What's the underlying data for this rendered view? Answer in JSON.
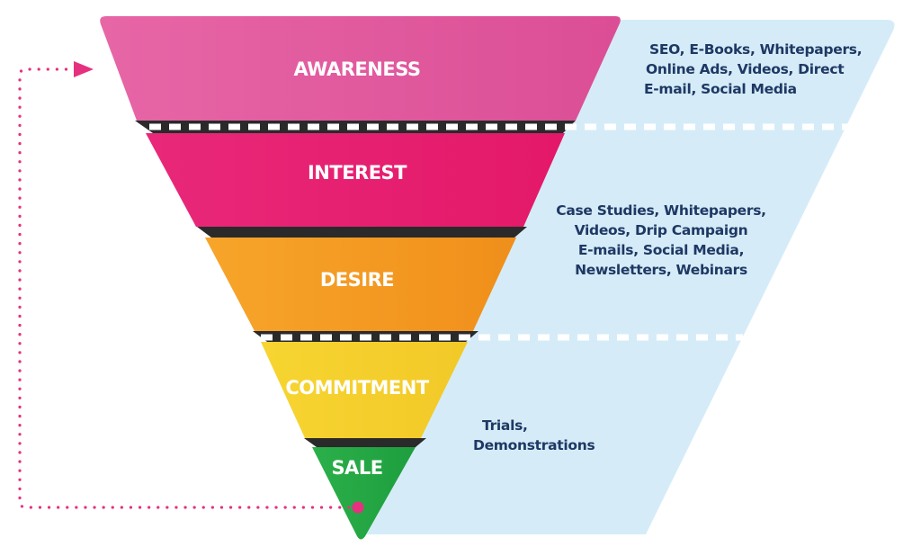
{
  "funnel": {
    "stages": [
      {
        "label": "AWARENESS",
        "color": "#e0529b"
      },
      {
        "label": "INTEREST",
        "color": "#e8196a"
      },
      {
        "label": "DESIRE",
        "color": "#f39a1e"
      },
      {
        "label": "COMMITMENT",
        "color": "#f5cf2b"
      },
      {
        "label": "SALE",
        "color": "#23a844"
      }
    ]
  },
  "content_groups": [
    {
      "lines": [
        "SEO, E-Books, Whitepapers,",
        "Online Ads, Videos, Direct",
        "E-mail, Social Media"
      ]
    },
    {
      "lines": [
        "Case Studies, Whitepapers,",
        "Videos, Drip Campaign",
        "E-mails, Social Media,",
        "Newsletters, Webinars"
      ]
    },
    {
      "lines": [
        "Trials,",
        "Demonstrations"
      ]
    }
  ],
  "colors": {
    "panel_fill": "#d5ecf8",
    "text": "#1f3864",
    "loop_arrow": "#e5317f"
  }
}
